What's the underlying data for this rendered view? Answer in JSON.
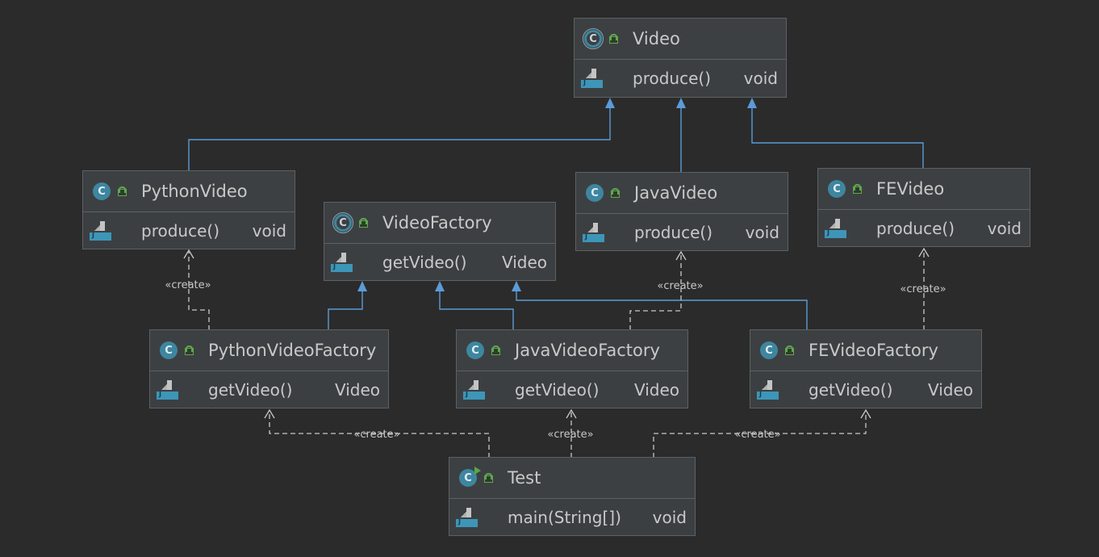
{
  "stereotype": "«create»",
  "colors": {
    "background": "#2b2b2b",
    "extends_arrow": "#5b9bd8",
    "create_arrow": "#c8c8c8",
    "class_badge": "#3e86a0",
    "visibility_lock": "#5fa84f"
  },
  "classes": {
    "video": {
      "name": "Video",
      "kind": "abstract-class-icon",
      "method": "produce()",
      "type": "void"
    },
    "python_video": {
      "name": "PythonVideo",
      "kind": "class-icon",
      "method": "produce()",
      "type": "void"
    },
    "java_video": {
      "name": "JavaVideo",
      "kind": "class-icon",
      "method": "produce()",
      "type": "void"
    },
    "fe_video": {
      "name": "FEVideo",
      "kind": "class-icon",
      "method": "produce()",
      "type": "void"
    },
    "video_factory": {
      "name": "VideoFactory",
      "kind": "abstract-class-icon",
      "method": "getVideo()",
      "type": "Video"
    },
    "python_video_factory": {
      "name": "PythonVideoFactory",
      "kind": "class-icon",
      "method": "getVideo()",
      "type": "Video"
    },
    "java_video_factory": {
      "name": "JavaVideoFactory",
      "kind": "class-icon",
      "method": "getVideo()",
      "type": "Video"
    },
    "fe_video_factory": {
      "name": "FEVideoFactory",
      "kind": "class-icon",
      "method": "getVideo()",
      "type": "Video"
    },
    "test": {
      "name": "Test",
      "kind": "runnable-class-icon",
      "method": "main(String[])",
      "type": "void"
    }
  }
}
